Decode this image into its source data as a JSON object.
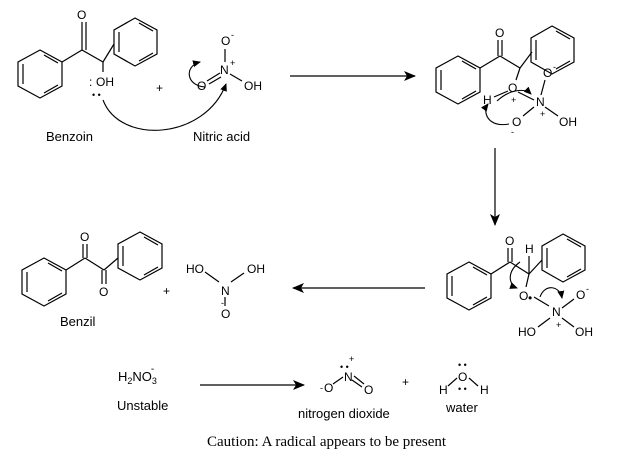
{
  "molecules": {
    "benzoin": "Benzoin",
    "nitric_acid": "Nitric acid",
    "benzil": "Benzil",
    "unstable": "Unstable",
    "nitrogen_dioxide": "nitrogen dioxide",
    "water": "water"
  },
  "atoms": {
    "O": "O",
    "OH": "OH",
    "HO": "HO",
    "H": "H",
    "N": "N",
    "minus": "-",
    "plus": "+",
    "colon": ":",
    "dot": "•"
  },
  "formula": {
    "base": "H2NO3",
    "text": "H",
    "sub": "2",
    "mid": "NO",
    "sub2": "3",
    "charge": "-"
  },
  "plus_sign": "+",
  "caption": "Caution: A radical appears to be present"
}
